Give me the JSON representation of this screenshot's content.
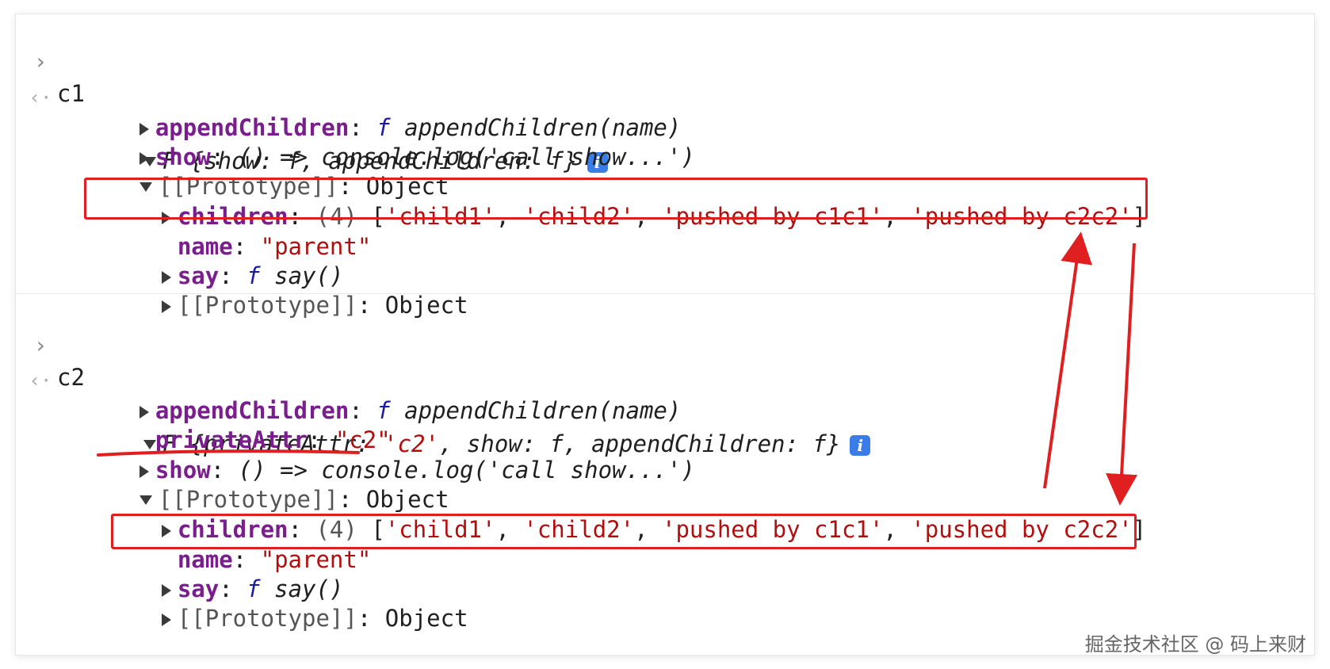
{
  "block1": {
    "command": "c1",
    "summary": {
      "name": "F",
      "keys": [
        "show",
        "appendChildren"
      ]
    },
    "appendChildren_sig": "appendChildren(name)",
    "show_value": "() => console.log('call show...')",
    "prototype_label": "[[Prototype]]",
    "object_label": "Object",
    "children_key": "children",
    "children_count": "(4)",
    "children_items": [
      "'child1'",
      "'child2'",
      "'pushed by c1c1'",
      "'pushed by c2c2'"
    ],
    "name_key": "name",
    "name_value": "\"parent\"",
    "say_key": "say",
    "say_sig": "say()",
    "inner_prototype": "[[Prototype]]",
    "inner_object": "Object"
  },
  "block2": {
    "command": "c2",
    "summary": {
      "name": "F",
      "privateAttr_val": "'c2'",
      "keys": [
        "privateAttr",
        "show",
        "appendChildren"
      ]
    },
    "appendChildren_sig": "appendChildren(name)",
    "privateAttr_key": "privateAttr",
    "privateAttr_value": "\"c2\"",
    "show_value": "() => console.log('call show...')",
    "prototype_label": "[[Prototype]]",
    "object_label": "Object",
    "children_key": "children",
    "children_count": "(4)",
    "children_items": [
      "'child1'",
      "'child2'",
      "'pushed by c1c1'",
      "'pushed by c2c2'"
    ],
    "name_key": "name",
    "name_value": "\"parent\"",
    "say_key": "say",
    "say_sig": "say()",
    "inner_prototype": "[[Prototype]]",
    "inner_object": "Object"
  },
  "common": {
    "f_symbol": "f",
    "info_glyph": "i",
    "colon": ":"
  },
  "watermark": "掘金技术社区 @ 码上来财",
  "colors": {
    "key": "#7a1d8d",
    "string": "#b30e0e",
    "function": "#1a1aa6",
    "annotation": "#e02020",
    "info": "#3b7de8"
  }
}
